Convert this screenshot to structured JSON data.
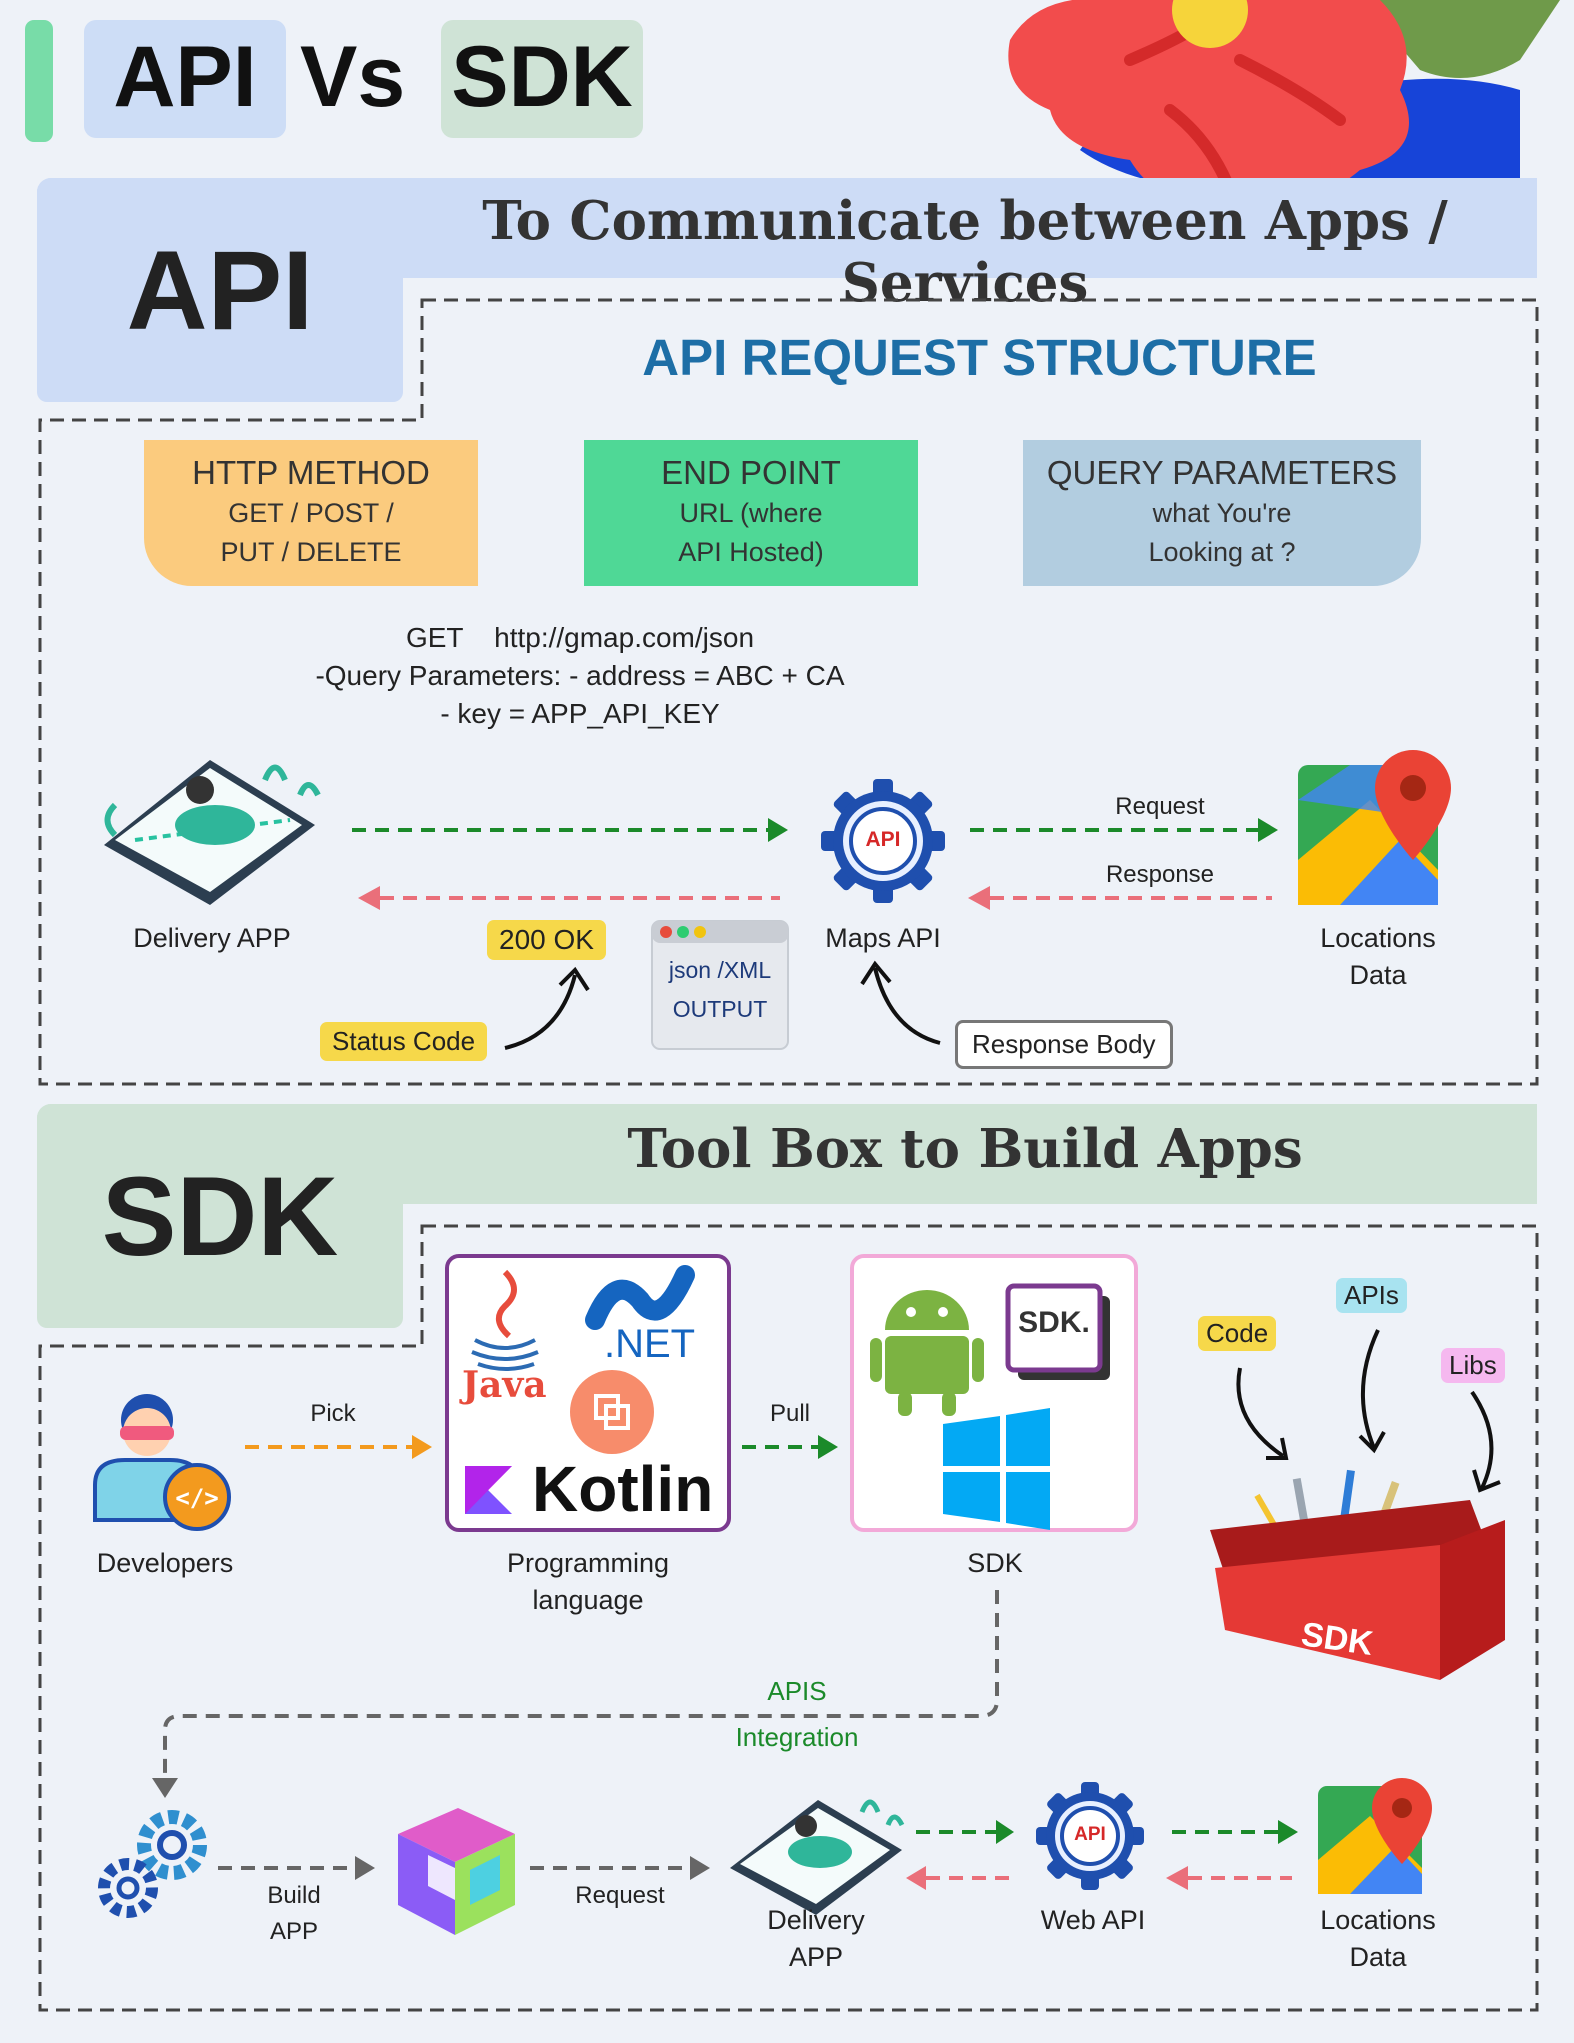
{
  "header": {
    "api_label": "API",
    "vs_label": "Vs",
    "sdk_label": "SDK"
  },
  "api_section": {
    "big_label": "API",
    "banner": "To Communicate between Apps / Services",
    "structure_title": "API REQUEST STRUCTURE",
    "cards": [
      {
        "title": "HTTP METHOD",
        "line1": "GET / POST /",
        "line2": "PUT / DELETE",
        "color": "#fbcb7e"
      },
      {
        "title": "END POINT",
        "line1": "URL (where",
        "line2": "API Hosted)",
        "color": "#4fd896"
      },
      {
        "title": "QUERY PARAMETERS",
        "line1": "what You're",
        "line2": "Looking at ?",
        "color": "#b2cde0"
      }
    ],
    "example": {
      "line1": "GET    http://gmap.com/json",
      "line2": "-Query Parameters: - address = ABC + CA",
      "line3": "- key = APP_API_KEY"
    },
    "flow": {
      "delivery_app": "Delivery APP",
      "maps_api": "Maps API",
      "api_badge": "API",
      "locations_line1": "Locations",
      "locations_line2": "Data",
      "request": "Request",
      "response": "Response",
      "status_ok": "200 OK",
      "status_code": "Status Code",
      "output_line1": "json /XML",
      "output_line2": "OUTPUT",
      "response_body": "Response Body"
    }
  },
  "sdk_section": {
    "big_label": "SDK",
    "banner": "Tool Box to Build Apps",
    "developers": "Developers",
    "pick": "Pick",
    "pull": "Pull",
    "lang_line1": "Programming",
    "lang_line2": "language",
    "java": "Java",
    "dotnet": ".NET",
    "kotlin": "Kotlin",
    "sdk_label": "SDK",
    "sdk_logo": "SDK.",
    "toolbox_tags": {
      "code": "Code",
      "apis": "APIs",
      "libs": "Libs"
    },
    "toolbox_text": "SDK",
    "integration_line1": "APIS",
    "integration_line2": "Integration",
    "build_line1": "Build",
    "build_line2": "APP",
    "request": "Request",
    "delivery_line1": "Delivery",
    "delivery_line2": "APP",
    "web_api": "Web API",
    "api_badge": "API",
    "locations_line1": "Locations",
    "locations_line2": "Data"
  },
  "colors": {
    "api_blue": "#cfdcf5",
    "sdk_green": "#cfe3d6",
    "title_blue": "#1d6ea6",
    "green_arrow": "#1b8a2a",
    "red_arrow": "#ea6f7a",
    "orange_arrow": "#f39a1e"
  }
}
